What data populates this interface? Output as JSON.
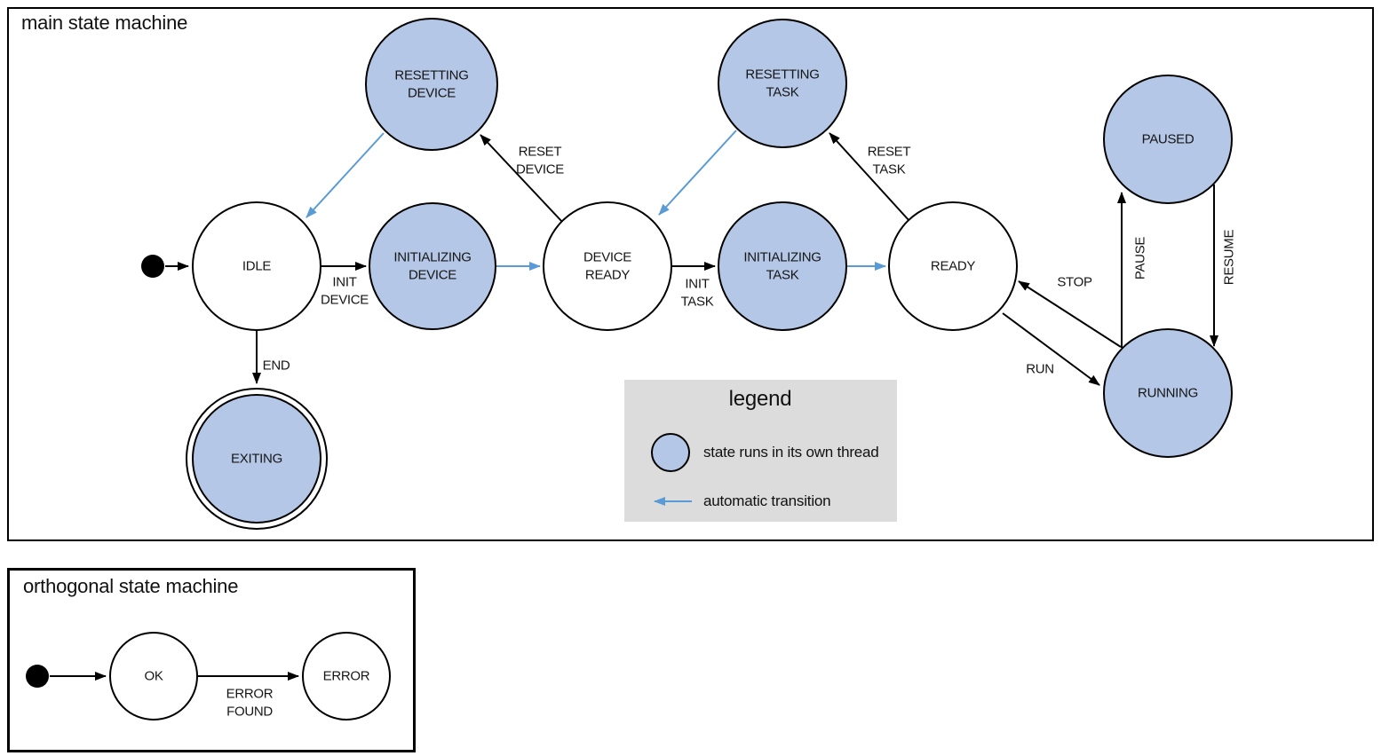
{
  "colors": {
    "thread_state_fill": "#b4c7e7",
    "auto_transition_blue": "#5b9bd5",
    "legend_background": "#dcdcdc",
    "stroke_black": "#000000"
  },
  "main_machine": {
    "title": "main state machine",
    "states": {
      "idle": {
        "label": "IDLE"
      },
      "resetting_device": {
        "line1": "RESETTING",
        "line2": "DEVICE"
      },
      "initializing_device": {
        "line1": "INITIALIZING",
        "line2": "DEVICE"
      },
      "device_ready": {
        "line1": "DEVICE",
        "line2": "READY"
      },
      "resetting_task": {
        "line1": "RESETTING",
        "line2": "TASK"
      },
      "initializing_task": {
        "line1": "INITIALIZING",
        "line2": "TASK"
      },
      "ready": {
        "label": "READY"
      },
      "paused": {
        "label": "PAUSED"
      },
      "running": {
        "label": "RUNNING"
      },
      "exiting": {
        "label": "EXITING"
      }
    },
    "transitions": {
      "init_device": {
        "line1": "INIT",
        "line2": "DEVICE"
      },
      "reset_device": {
        "line1": "RESET",
        "line2": "DEVICE"
      },
      "init_task": {
        "line1": "INIT",
        "line2": "TASK"
      },
      "reset_task": {
        "line1": "RESET",
        "line2": "TASK"
      },
      "end": {
        "label": "END"
      },
      "stop": {
        "label": "STOP"
      },
      "run": {
        "label": "RUN"
      },
      "pause": {
        "label": "PAUSE"
      },
      "resume": {
        "label": "RESUME"
      }
    }
  },
  "legend": {
    "title": "legend",
    "thread_label": "state runs in its own thread",
    "auto_label": "automatic transition"
  },
  "orthogonal_machine": {
    "title": "orthogonal state machine",
    "states": {
      "ok": {
        "label": "OK"
      },
      "error": {
        "label": "ERROR"
      }
    },
    "transitions": {
      "error_found": {
        "line1": "ERROR",
        "line2": "FOUND"
      }
    }
  }
}
